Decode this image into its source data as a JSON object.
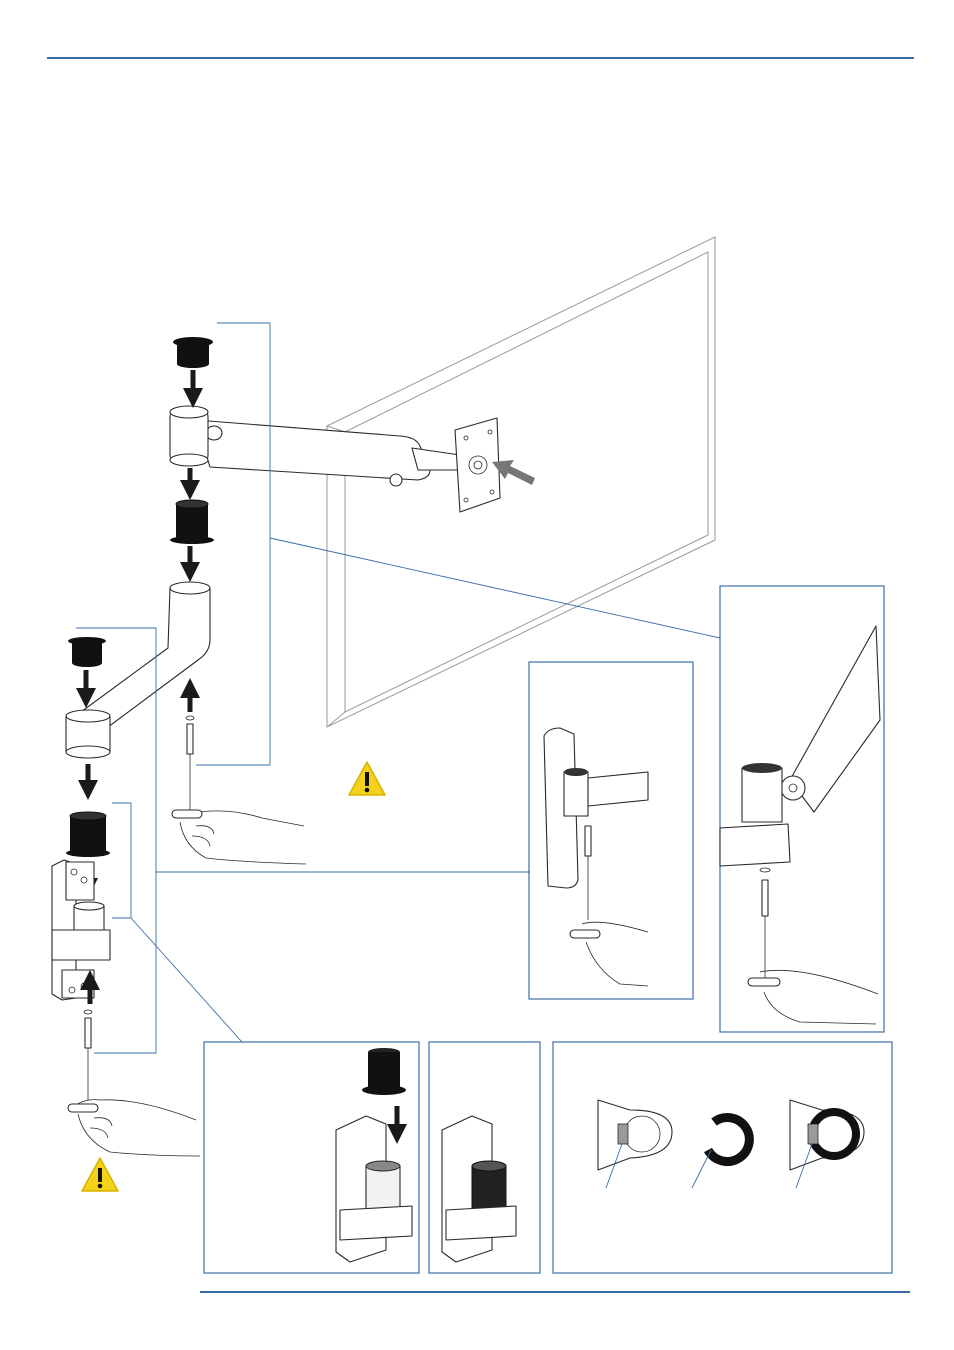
{
  "document": {
    "header_rule_color": "#3a6ea5",
    "frame_color": "#3b6ea8",
    "warning_color": "#f5d21a"
  },
  "figures": [
    {
      "name": "main-assembly",
      "icons": [
        "arrow-down-icon",
        "arrow-up-icon",
        "warning-icon"
      ]
    },
    {
      "name": "detail-wall-pivot-pin"
    },
    {
      "name": "detail-arm-pivot-pin"
    },
    {
      "name": "detail-sleeve-install"
    },
    {
      "name": "detail-sleeve-installed"
    },
    {
      "name": "detail-spacer-ring-sequence"
    }
  ]
}
